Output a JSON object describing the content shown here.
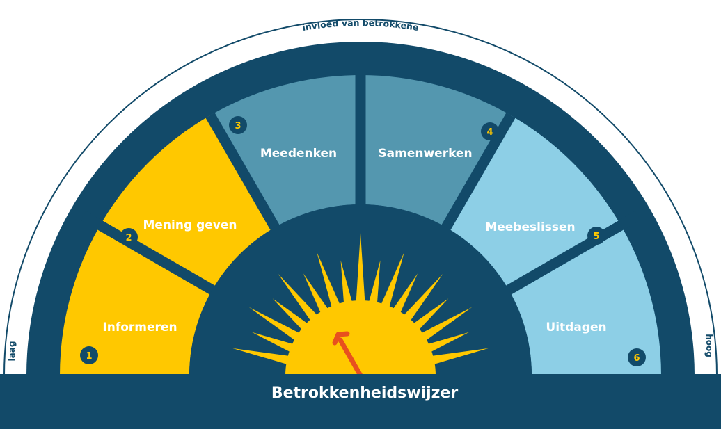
{
  "diagram": {
    "scale_label": "invloed van betrokkene",
    "low_label": "laag",
    "high_label": "hoog",
    "title": "Betrokkenheidswijzer",
    "segments": [
      {
        "number": "1",
        "label": "Informeren",
        "color": "#ffc800"
      },
      {
        "number": "2",
        "label": "Mening geven",
        "color": "#ffc800"
      },
      {
        "number": "3",
        "label": "Meedenken",
        "color": "#5497af"
      },
      {
        "number": "4",
        "label": "Samenwerken",
        "color": "#5497af"
      },
      {
        "number": "5",
        "label": "Meebeslissen",
        "color": "#8dcfe6"
      },
      {
        "number": "6",
        "label": "Uitdagen",
        "color": "#8dcfe6"
      }
    ]
  },
  "colors": {
    "navy": "#124a69",
    "yellow": "#ffc800",
    "pointer": "#e8501e",
    "white": "#ffffff"
  },
  "icons": {
    "sun": "sun-icon",
    "pointer": "arrow-icon"
  }
}
